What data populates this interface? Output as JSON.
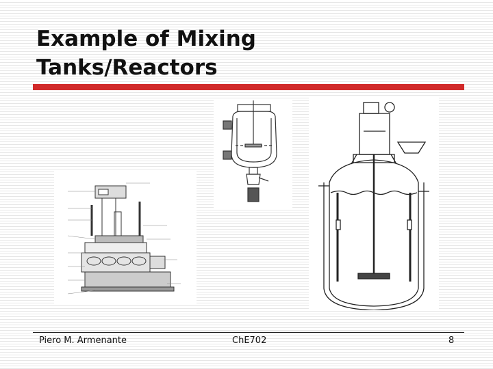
{
  "slide": {
    "title_line1": "Example of Mixing",
    "title_line2": "Tanks/Reactors"
  },
  "figures": [
    {
      "name": "dissolution-test-apparatus",
      "caption": ""
    },
    {
      "name": "jacketed-glass-flask-reactor",
      "caption": ""
    },
    {
      "name": "baffled-mixing-tank-reactor",
      "caption": ""
    }
  ],
  "footer": {
    "author": "Piero M. Armenante",
    "course": "ChE702",
    "page": "8"
  },
  "colors": {
    "accent_rule": "#d12a2a",
    "text": "#111111",
    "background_stripe": "#e6e6e6"
  }
}
